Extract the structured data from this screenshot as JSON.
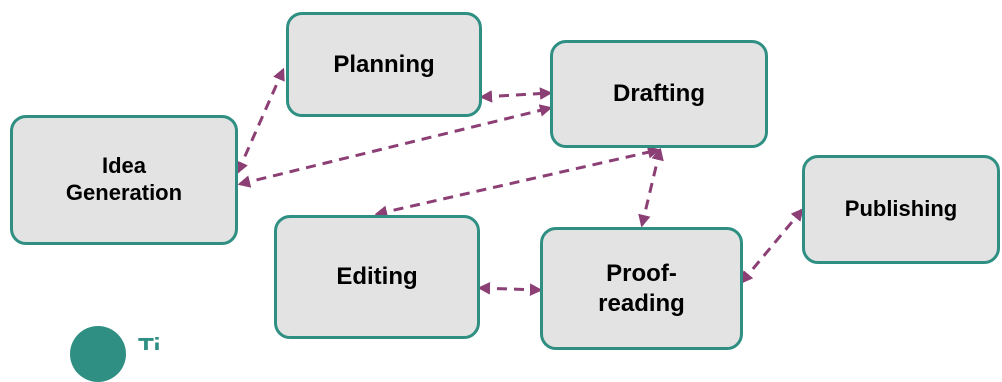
{
  "diagram": {
    "nodes": {
      "idea_generation": "Idea\nGeneration",
      "planning": "Planning",
      "drafting": "Drafting",
      "editing": "Editing",
      "proofreading": "Proof-\nreading",
      "publishing": "Publishing"
    },
    "connections": [
      {
        "from": "Idea Generation",
        "to": "Planning",
        "style": "dashed",
        "arrows": "both"
      },
      {
        "from": "Idea Generation",
        "to": "Drafting",
        "style": "dashed",
        "arrows": "both"
      },
      {
        "from": "Planning",
        "to": "Drafting",
        "style": "dashed",
        "arrows": "both"
      },
      {
        "from": "Drafting",
        "to": "Editing",
        "style": "dashed",
        "arrows": "both"
      },
      {
        "from": "Drafting",
        "to": "Proof-reading",
        "style": "dashed",
        "arrows": "both"
      },
      {
        "from": "Editing",
        "to": "Proof-reading",
        "style": "dashed",
        "arrows": "both"
      },
      {
        "from": "Proof-reading",
        "to": "Publishing",
        "style": "dashed",
        "arrows": "both"
      }
    ],
    "colors": {
      "node_fill": "#e3e3e3",
      "node_border": "#2f8f83",
      "connector": "#8b3f74",
      "logo": "#2f8f83"
    }
  },
  "logo": {
    "partial_text": "Ti"
  }
}
